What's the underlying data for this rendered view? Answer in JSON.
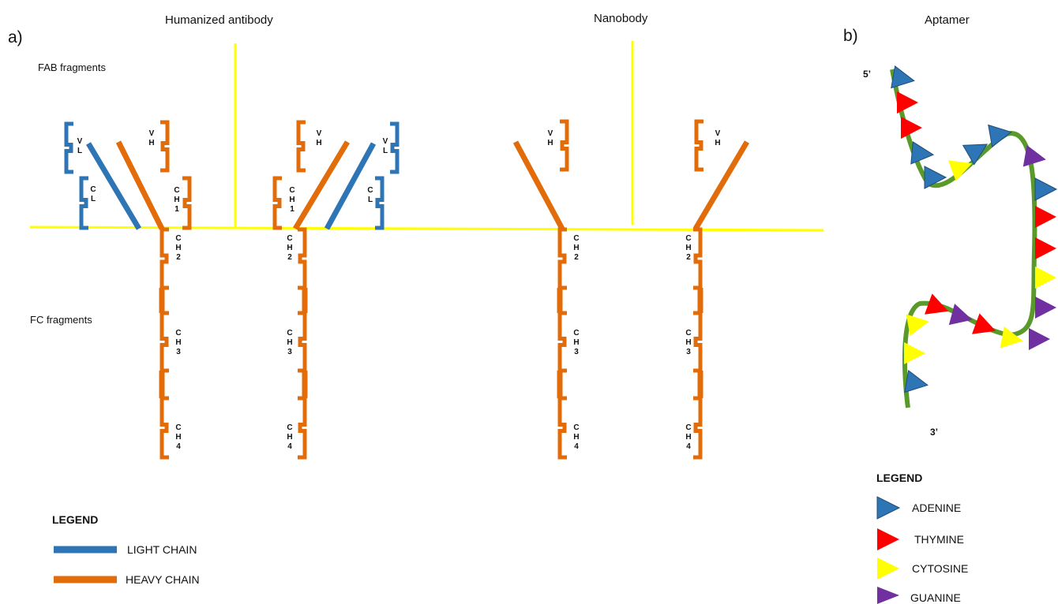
{
  "panel_a": {
    "label": "a)",
    "humanized_title": "Humanized antibody",
    "nanobody_title": "Nanobody",
    "fab_label": "FAB fragments",
    "fc_label": "FC fragments",
    "domains": {
      "vh": [
        "V",
        "H"
      ],
      "vl": [
        "V",
        "L"
      ],
      "cl": [
        "C",
        "L"
      ],
      "ch1": [
        "C",
        "H",
        "1"
      ],
      "ch2": [
        "C",
        "H",
        "2"
      ],
      "ch3": [
        "C",
        "H",
        "3"
      ],
      "ch4": [
        "C",
        "H",
        "4"
      ]
    },
    "legend": {
      "title": "LEGEND",
      "items": [
        {
          "label": "LIGHT CHAIN",
          "color": "#2e75b6"
        },
        {
          "label": "HEAVY CHAIN",
          "color": "#e36c0a"
        }
      ]
    }
  },
  "panel_b": {
    "label": "b)",
    "title": "Aptamer",
    "five_prime": "5’",
    "three_prime": "3’",
    "strand_color": "#5a9a2a",
    "legend": {
      "title": "LEGEND",
      "items": [
        {
          "label": "ADENINE",
          "color": "#2e75b6"
        },
        {
          "label": "THYMINE",
          "color": "#ff0000"
        },
        {
          "label": "CYTOSINE",
          "color": "#ffff00"
        },
        {
          "label": "GUANINE",
          "color": "#7030a0"
        }
      ]
    }
  },
  "colors": {
    "light_chain": "#2e75b6",
    "heavy_chain": "#e36c0a",
    "divider": "#ffff00"
  }
}
